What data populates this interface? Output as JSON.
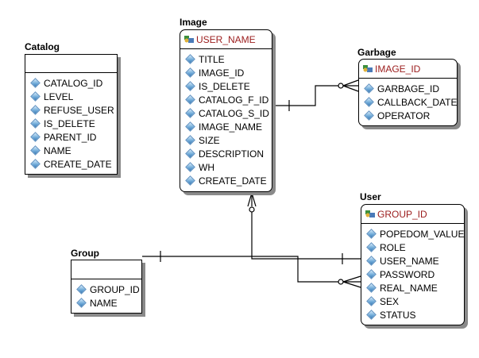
{
  "entities": {
    "catalog": {
      "name": "Catalog",
      "primary_key": "",
      "attributes": [
        "CATALOG_ID",
        "LEVEL",
        "REFUSE_USER",
        "IS_DELETE",
        "PARENT_ID",
        "NAME",
        "CREATE_DATE"
      ]
    },
    "image": {
      "name": "Image",
      "primary_key": "USER_NAME",
      "attributes": [
        "TITLE",
        "IMAGE_ID",
        "IS_DELETE",
        "CATALOG_F_ID",
        "CATALOG_S_ID",
        "IMAGE_NAME",
        "SIZE",
        "DESCRIPTION",
        "WH",
        "CREATE_DATE"
      ]
    },
    "garbage": {
      "name": "Garbage",
      "primary_key": "IMAGE_ID",
      "attributes": [
        "GARBAGE_ID",
        "CALLBACK_DATE",
        "OPERATOR"
      ]
    },
    "user": {
      "name": "User",
      "primary_key": "GROUP_ID",
      "attributes": [
        "POPEDOM_VALUE",
        "ROLE",
        "USER_NAME",
        "PASSWORD",
        "REAL_NAME",
        "SEX",
        "STATUS"
      ]
    },
    "group": {
      "name": "Group",
      "primary_key": "",
      "attributes": [
        "GROUP_ID",
        "NAME"
      ]
    }
  },
  "relationships": [
    {
      "from": "Image",
      "to": "Garbage",
      "from_cardinality": "one",
      "to_cardinality": "zero-or-many"
    },
    {
      "from": "User",
      "to": "Image",
      "from_cardinality": "one",
      "to_cardinality": "zero-or-many"
    },
    {
      "from": "Group",
      "to": "User",
      "from_cardinality": "one",
      "to_cardinality": "zero-or-many"
    }
  ],
  "colors": {
    "primary_key_text": "#9b1c1c",
    "shadow": "#8a8a8a",
    "attribute_icon": "#6aa6d6"
  }
}
